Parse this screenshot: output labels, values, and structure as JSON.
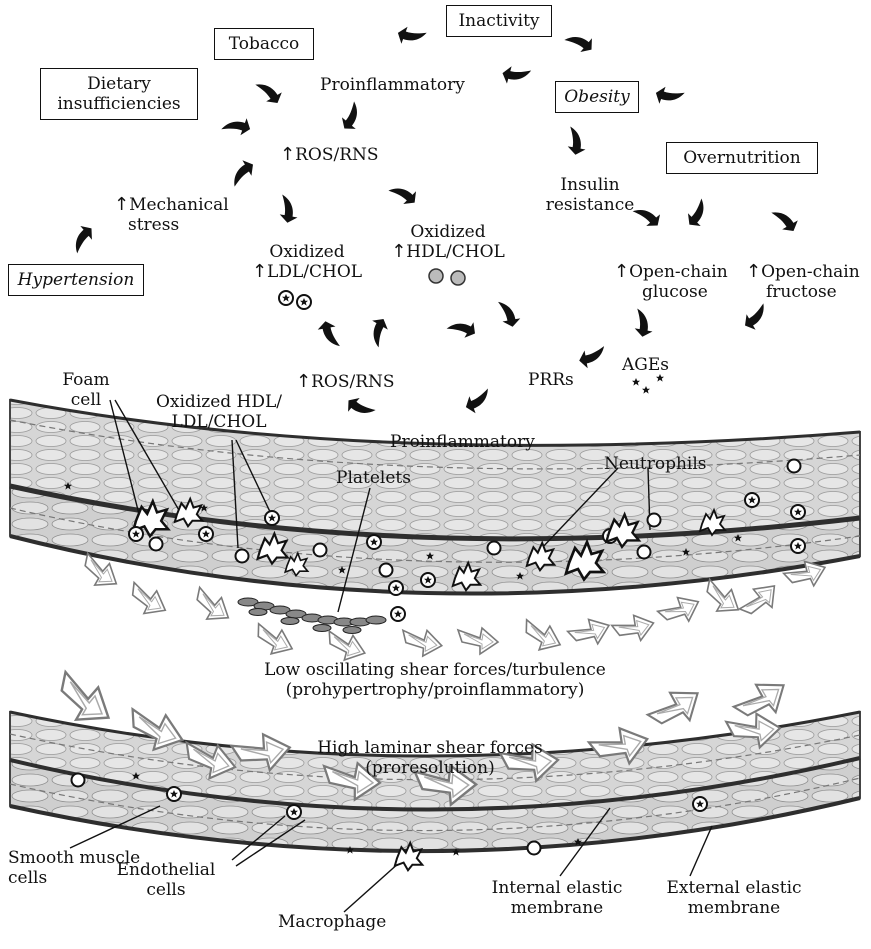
{
  "risk_factors": {
    "inactivity": "Inactivity",
    "tobacco": "Tobacco",
    "dietary_insufficiencies": [
      "Dietary",
      "insufficiencies"
    ],
    "obesity": "Obesity",
    "overnutrition": "Overnutrition",
    "hypertension": "Hypertension"
  },
  "up_arrow_glyph": "↑",
  "cascade": {
    "proinflammatory_top": "Proinflammatory",
    "ros_rns_top": "ROS/RNS",
    "mechanical_stress": [
      "Mechanical",
      "stress"
    ],
    "oxidized_ldl": [
      "Oxidized",
      "LDL/CHOL"
    ],
    "oxidized_hdl": [
      "Oxidized",
      "HDL/CHOL"
    ],
    "insulin_resistance": [
      "Insulin",
      "resistance"
    ],
    "open_chain_glucose": [
      "Open-chain",
      "glucose"
    ],
    "open_chain_fructose": [
      "Open-chain",
      "fructose"
    ],
    "ages": "AGEs",
    "prrs": "PRRs",
    "ros_rns_bottom": "ROS/RNS",
    "proinflammatory_bottom": "Proinflammatory"
  },
  "vessel_labels": {
    "foam_cell": [
      "Foam",
      "cell"
    ],
    "oxidized_hdl_ldl": [
      "Oxidized HDL/",
      "LDL/CHOL"
    ],
    "platelets": "Platelets",
    "neutrophils": "Neutrophils",
    "low_shear": [
      "Low oscillating shear forces/turbulence",
      "(prohypertrophy/proinflammatory)"
    ],
    "high_shear": [
      "High laminar shear forces",
      "(proresolution)"
    ],
    "smooth_muscle": [
      "Smooth muscle",
      "cells"
    ],
    "endothelial": [
      "Endothelial",
      "cells"
    ],
    "macrophage": "Macrophage",
    "internal_elastic": [
      "Internal elastic",
      "membrane"
    ],
    "external_elastic": [
      "External elastic",
      "membrane"
    ]
  },
  "colors": {
    "ink": "#111111",
    "vessel_fill": "#d2d2d2",
    "vessel_edge": "#3a3a3a",
    "flow_arrow_stroke": "#777777"
  },
  "icons": [
    "curved-arrow-icon",
    "flow-arrow-icon",
    "star-cell-icon",
    "ring-cell-icon",
    "platelet-icon"
  ]
}
